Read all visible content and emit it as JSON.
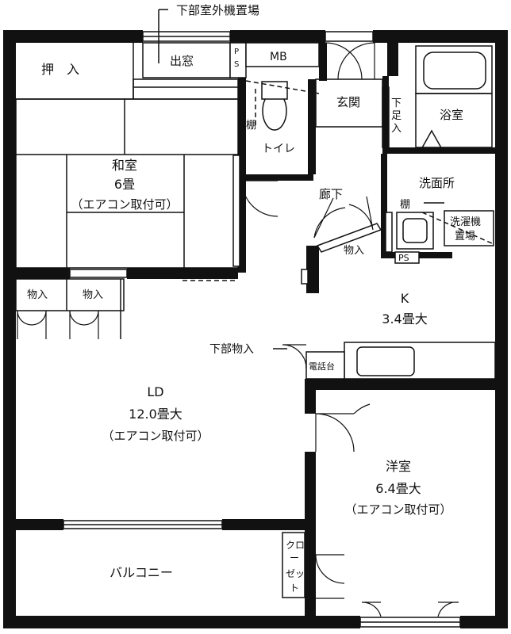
{
  "rooms": {
    "washitsu": {
      "name": "和室",
      "size": "6畳",
      "note": "（エアコン取付可）"
    },
    "ld": {
      "name": "LD",
      "size": "12.0畳大",
      "note": "（エアコン取付可）"
    },
    "kitchen": {
      "name": "K",
      "size": "3.4畳大"
    },
    "yoshitsu": {
      "name": "洋室",
      "size": "6.4畳大",
      "note": "（エアコン取付可）"
    },
    "balcony": "バルコニー",
    "oshiire": "押　入",
    "demado": "出窓",
    "mb": "MB",
    "ps_top": [
      "P",
      "S"
    ],
    "toilet": "トイレ",
    "genkan": "玄関",
    "getabako": [
      "下",
      "足",
      "入"
    ],
    "bath": "浴室",
    "senmen": "洗面所",
    "rouka": "廊下",
    "monoire_hall": "物入",
    "ps_bottom": "PS",
    "monoire_left": "物入",
    "monoire_right": "物入",
    "closet": [
      "クロ",
      "ー",
      "ゼッ",
      "ト"
    ]
  },
  "annotations": {
    "outdoor_unit": "下部室外機置場",
    "tana_toilet": "棚",
    "tana_senmen": "棚",
    "washer": [
      "洗濯機",
      "置場"
    ],
    "lower_storage": "下部物入",
    "phone_stand": "電話台"
  }
}
